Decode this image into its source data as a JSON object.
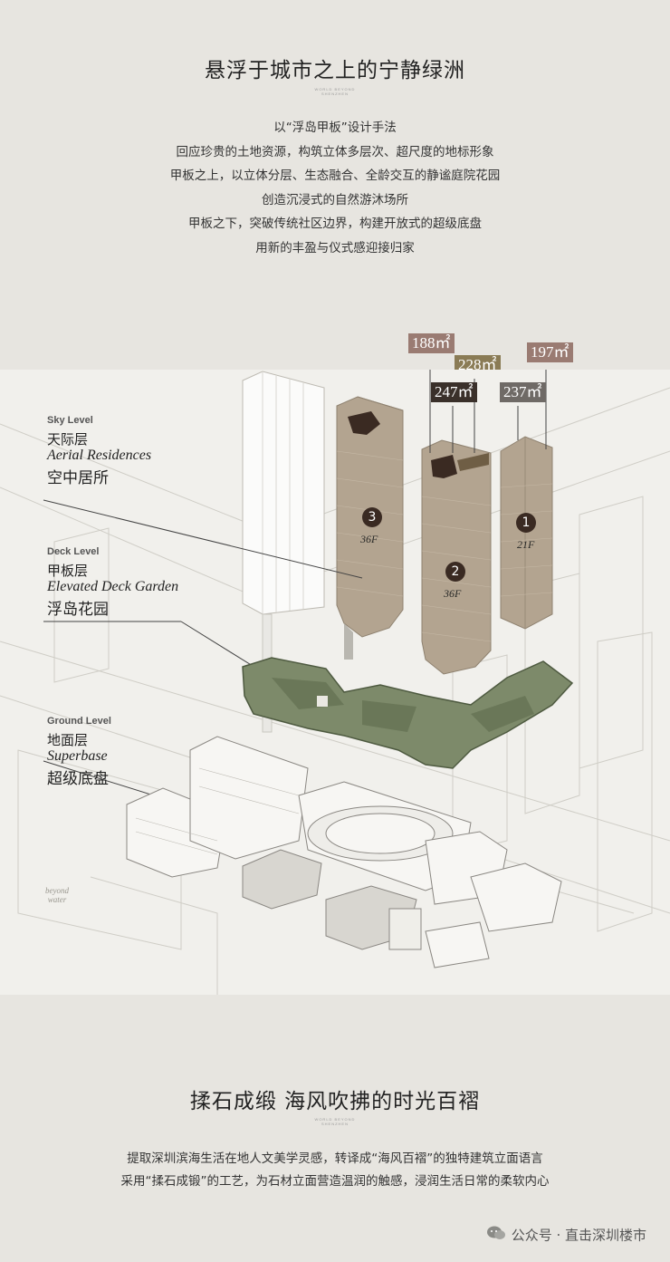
{
  "section1": {
    "title": "悬浮于城市之上的宁静绿洲",
    "tiny_line1": "WORLD BEYOND",
    "tiny_line2": "SHENZHEN",
    "lines": [
      "以“浮岛甲板”设计手法",
      "回应珍贵的土地资源，构筑立体多层次、超尺度的地标形象",
      "甲板之上，以立体分层、生态融合、全龄交互的静谧庭院花园",
      "创造沉浸式的自然游沐场所",
      "甲板之下，突破传统社区边界，构建开放式的超级底盘",
      "用新的丰盈与仪式感迎接归家"
    ]
  },
  "levels": {
    "sky": {
      "en": "Sky Level",
      "cn": "天际层",
      "it": "Aerial Residences",
      "cn2": "空中居所"
    },
    "deck": {
      "en": "Deck Level",
      "cn": "甲板层",
      "it": "Elevated Deck Garden",
      "cn2": "浮岛花园"
    },
    "ground": {
      "en": "Ground Level",
      "cn": "地面层",
      "it": "Superbase",
      "cn2": "超级底盘"
    }
  },
  "area_tags": [
    {
      "label": "188㎡",
      "color": "#9a7b72"
    },
    {
      "label": "228㎡",
      "color": "#8a7b55"
    },
    {
      "label": "247㎡",
      "color": "#3a302a"
    },
    {
      "label": "237㎡",
      "color": "#6f6a66"
    },
    {
      "label": "197㎡",
      "color": "#9a7b72"
    }
  ],
  "towers": [
    {
      "num": "3",
      "floors": "36F"
    },
    {
      "num": "2",
      "floors": "36F"
    },
    {
      "num": "1",
      "floors": "21F"
    }
  ],
  "watermark": {
    "line1": "beyond",
    "line2": "water"
  },
  "section2": {
    "title": "揉石成缎 海风吹拂的时光百褶",
    "tiny_line1": "WORLD BEYOND",
    "tiny_line2": "SHENZHEN",
    "lines": [
      "提取深圳滨海生活在地人文美学灵感，转译成“海风百褶”的独特建筑立面语言",
      "采用“揉石成锻”的工艺，为石材立面营造温润的触感，浸润生活日常的柔软内心"
    ]
  },
  "footer": {
    "icon": "wechat-icon",
    "text": "公众号 · 直击深圳楼市"
  },
  "colors": {
    "background": "#e7e5e0",
    "illustration_bg": "#f1f0ec",
    "tower": "#b3a490",
    "deck": "#7d8a6a"
  }
}
